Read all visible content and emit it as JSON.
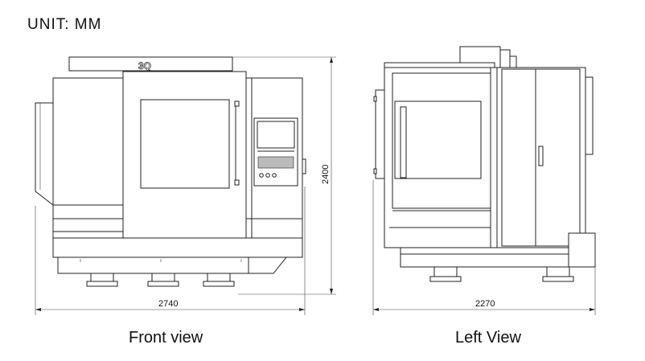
{
  "unit_label": "UNIT: MM",
  "front_view": {
    "caption": "Front view",
    "width_dimension": "2740",
    "height_dimension": "2400",
    "logo_text": "3Q"
  },
  "left_view": {
    "caption": "Left View",
    "width_dimension": "2270"
  },
  "colors": {
    "line": "#222222",
    "background": "#ffffff"
  }
}
